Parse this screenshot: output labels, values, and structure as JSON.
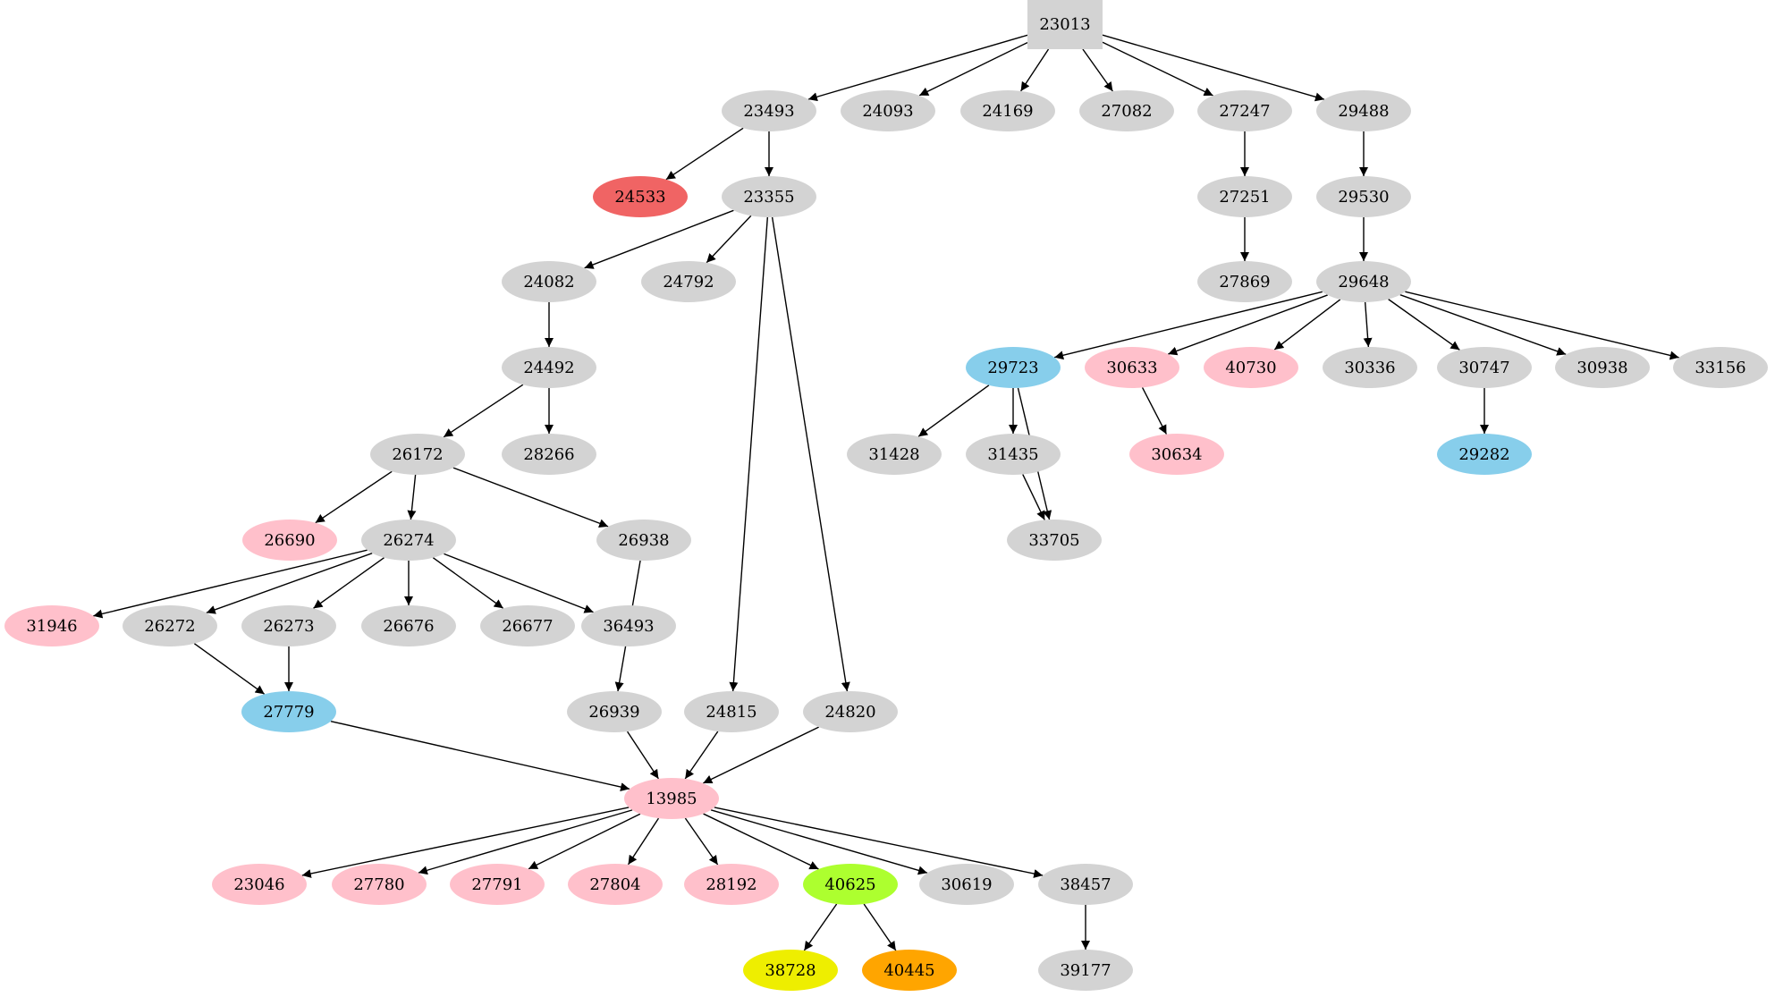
{
  "graph": {
    "type": "directed-tree",
    "colors": {
      "default": "#d3d3d3",
      "pink": "#ffc0cb",
      "red": "#f06464",
      "blue": "#87ceeb",
      "green": "#adff2f",
      "yellow": "#eeee00",
      "orange": "#ffa500"
    },
    "nodes": [
      {
        "id": "23013",
        "shape": "box",
        "color": "default"
      },
      {
        "id": "23493",
        "color": "default"
      },
      {
        "id": "24093",
        "color": "default"
      },
      {
        "id": "24169",
        "color": "default"
      },
      {
        "id": "27082",
        "color": "default"
      },
      {
        "id": "27247",
        "color": "default"
      },
      {
        "id": "29488",
        "color": "default"
      },
      {
        "id": "24533",
        "color": "red"
      },
      {
        "id": "23355",
        "color": "default"
      },
      {
        "id": "27251",
        "color": "default"
      },
      {
        "id": "29530",
        "color": "default"
      },
      {
        "id": "24082",
        "color": "default"
      },
      {
        "id": "24792",
        "color": "default"
      },
      {
        "id": "27869",
        "color": "default"
      },
      {
        "id": "29648",
        "color": "default"
      },
      {
        "id": "24492",
        "color": "default"
      },
      {
        "id": "29723",
        "color": "blue"
      },
      {
        "id": "30633",
        "color": "pink"
      },
      {
        "id": "40730",
        "color": "pink"
      },
      {
        "id": "30336",
        "color": "default"
      },
      {
        "id": "30747",
        "color": "default"
      },
      {
        "id": "30938",
        "color": "default"
      },
      {
        "id": "33156",
        "color": "default"
      },
      {
        "id": "26172",
        "color": "default"
      },
      {
        "id": "28266",
        "color": "default"
      },
      {
        "id": "31428",
        "color": "default"
      },
      {
        "id": "31435",
        "color": "default"
      },
      {
        "id": "30634",
        "color": "pink"
      },
      {
        "id": "29282",
        "color": "blue"
      },
      {
        "id": "26690",
        "color": "pink"
      },
      {
        "id": "26274",
        "color": "default"
      },
      {
        "id": "26938",
        "color": "default"
      },
      {
        "id": "33705",
        "color": "default"
      },
      {
        "id": "31946",
        "color": "pink"
      },
      {
        "id": "26272",
        "color": "default"
      },
      {
        "id": "26273",
        "color": "default"
      },
      {
        "id": "26676",
        "color": "default"
      },
      {
        "id": "26677",
        "color": "default"
      },
      {
        "id": "36493",
        "color": "default"
      },
      {
        "id": "27779",
        "color": "blue"
      },
      {
        "id": "26939",
        "color": "default"
      },
      {
        "id": "24815",
        "color": "default"
      },
      {
        "id": "24820",
        "color": "default"
      },
      {
        "id": "13985",
        "color": "pink"
      },
      {
        "id": "23046",
        "color": "pink"
      },
      {
        "id": "27780",
        "color": "pink"
      },
      {
        "id": "27791",
        "color": "pink"
      },
      {
        "id": "27804",
        "color": "pink"
      },
      {
        "id": "28192",
        "color": "pink"
      },
      {
        "id": "40625",
        "color": "green"
      },
      {
        "id": "30619",
        "color": "default"
      },
      {
        "id": "38457",
        "color": "default"
      },
      {
        "id": "38728",
        "color": "yellow"
      },
      {
        "id": "40445",
        "color": "orange"
      },
      {
        "id": "39177",
        "color": "default"
      }
    ],
    "edges": [
      [
        "23013",
        "23493"
      ],
      [
        "23013",
        "24093"
      ],
      [
        "23013",
        "24169"
      ],
      [
        "23013",
        "27082"
      ],
      [
        "23013",
        "27247"
      ],
      [
        "23013",
        "29488"
      ],
      [
        "23493",
        "24533"
      ],
      [
        "23493",
        "23355"
      ],
      [
        "27247",
        "27251"
      ],
      [
        "27251",
        "27869"
      ],
      [
        "29488",
        "29530"
      ],
      [
        "29530",
        "29648"
      ],
      [
        "23355",
        "24082"
      ],
      [
        "23355",
        "24792"
      ],
      [
        "23355",
        "24815"
      ],
      [
        "23355",
        "24820"
      ],
      [
        "24082",
        "24492"
      ],
      [
        "24492",
        "26172"
      ],
      [
        "24492",
        "28266"
      ],
      [
        "26172",
        "26690"
      ],
      [
        "26172",
        "26274"
      ],
      [
        "26172",
        "26938"
      ],
      [
        "26274",
        "31946"
      ],
      [
        "26274",
        "26272"
      ],
      [
        "26274",
        "26273"
      ],
      [
        "26274",
        "26676"
      ],
      [
        "26274",
        "26677"
      ],
      [
        "26274",
        "36493"
      ],
      [
        "26272",
        "27779"
      ],
      [
        "26273",
        "27779"
      ],
      [
        "26938",
        "26939"
      ],
      [
        "27779",
        "13985"
      ],
      [
        "26939",
        "13985"
      ],
      [
        "24815",
        "13985"
      ],
      [
        "24820",
        "13985"
      ],
      [
        "13985",
        "23046"
      ],
      [
        "13985",
        "27780"
      ],
      [
        "13985",
        "27791"
      ],
      [
        "13985",
        "27804"
      ],
      [
        "13985",
        "28192"
      ],
      [
        "13985",
        "40625"
      ],
      [
        "13985",
        "30619"
      ],
      [
        "13985",
        "38457"
      ],
      [
        "40625",
        "38728"
      ],
      [
        "40625",
        "40445"
      ],
      [
        "38457",
        "39177"
      ],
      [
        "29648",
        "29723"
      ],
      [
        "29648",
        "30633"
      ],
      [
        "29648",
        "40730"
      ],
      [
        "29648",
        "30336"
      ],
      [
        "29648",
        "30747"
      ],
      [
        "29648",
        "30938"
      ],
      [
        "29648",
        "33156"
      ],
      [
        "29723",
        "31428"
      ],
      [
        "29723",
        "31435"
      ],
      [
        "29723",
        "33705"
      ],
      [
        "31435",
        "33705"
      ],
      [
        "30633",
        "30634"
      ],
      [
        "30747",
        "29282"
      ]
    ]
  }
}
